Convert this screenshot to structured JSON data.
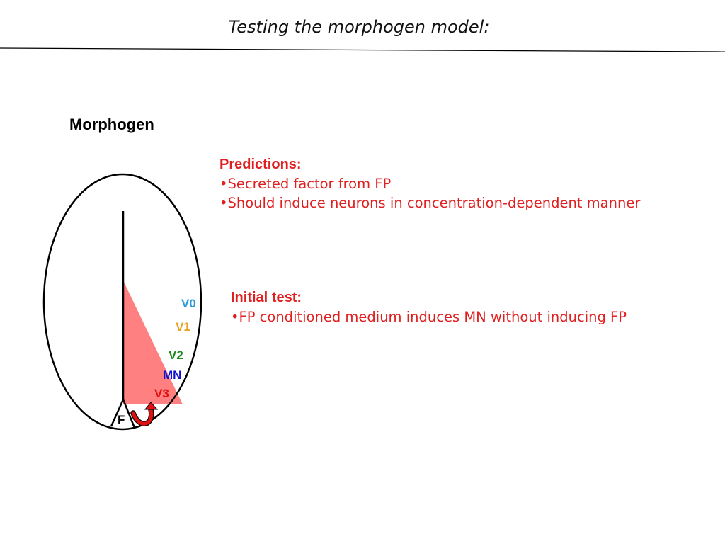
{
  "slide": {
    "title": "Testing the morphogen model:"
  },
  "diagram": {
    "heading": "Morphogen",
    "gradient_color": "#ff8080",
    "arrow_color": "#e01010",
    "floor_plate_label": "F",
    "domains": [
      {
        "label": "V0",
        "color": "#2a9ad8"
      },
      {
        "label": "V1",
        "color": "#e8a020"
      },
      {
        "label": "V2",
        "color": "#1a8a1a"
      },
      {
        "label": "MN",
        "color": "#1010d0"
      },
      {
        "label": "V3",
        "color": "#e01010"
      }
    ]
  },
  "predictions": {
    "heading": "Predictions:",
    "items": [
      "•Secreted factor from FP",
      "•Should induce neurons in concentration-dependent manner"
    ]
  },
  "initial_test": {
    "heading": "Initial test:",
    "items": [
      "•FP conditioned medium induces MN  without inducing FP"
    ]
  },
  "colors": {
    "text_red": "#e02020",
    "title_rule": "#000000"
  }
}
